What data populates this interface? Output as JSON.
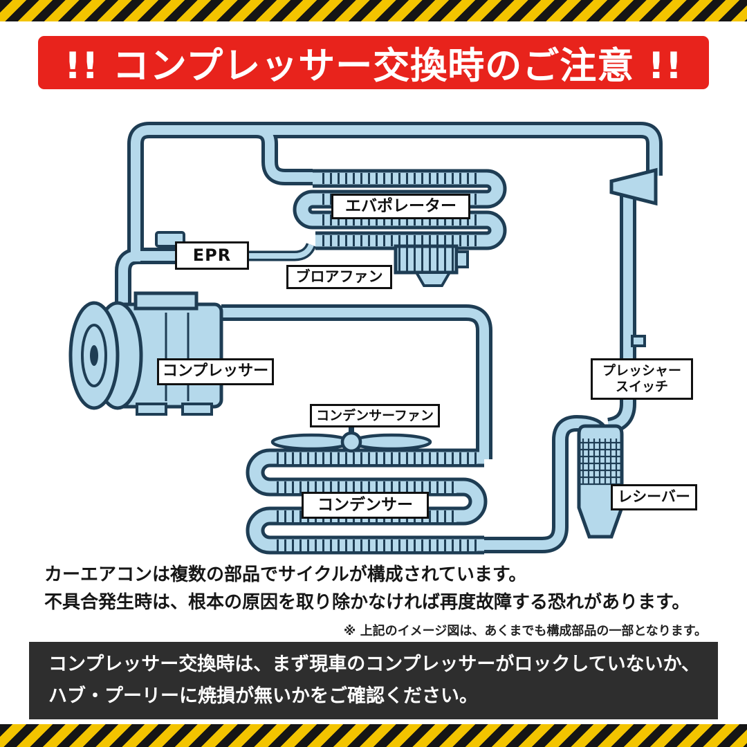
{
  "banner": {
    "text": "!! コンプレッサー交換時のご注意 !!"
  },
  "diagram": {
    "labels": {
      "evaporator": "エバポレーター",
      "epr": "EPR",
      "blower_fan": "ブロアファン",
      "compressor": "コンプレッサー",
      "condenser_fan": "コンデンサーファン",
      "condenser": "コンデンサー",
      "pressure_switch_line1": "プレッシャー",
      "pressure_switch_line2": "スイッチ",
      "receiver": "レシーバー"
    }
  },
  "description": {
    "line1": "カーエアコンは複数の部品でサイクルが構成されています。",
    "line2": "不具合発生時は、根本の原因を取り除かなければ再度故障する恐れがあります。",
    "note": "※ 上記のイメージ図は、あくまでも構成部品の一部となります。"
  },
  "warning": {
    "line1": "コンプレッサー交換時は、まず現車のコンプレッサーがロックしていないか、",
    "line2": "ハブ・プーリーに焼損が無いかをご確認ください。"
  },
  "colors": {
    "hazard_yellow": "#f3c400",
    "hazard_black": "#151515",
    "banner_red": "#e8231c",
    "pipe_fill": "#b5d9eb",
    "pipe_outline": "#1e3d54",
    "label_border": "#101010",
    "warning_bg": "#2e2e2e",
    "text_color": "#161616"
  }
}
